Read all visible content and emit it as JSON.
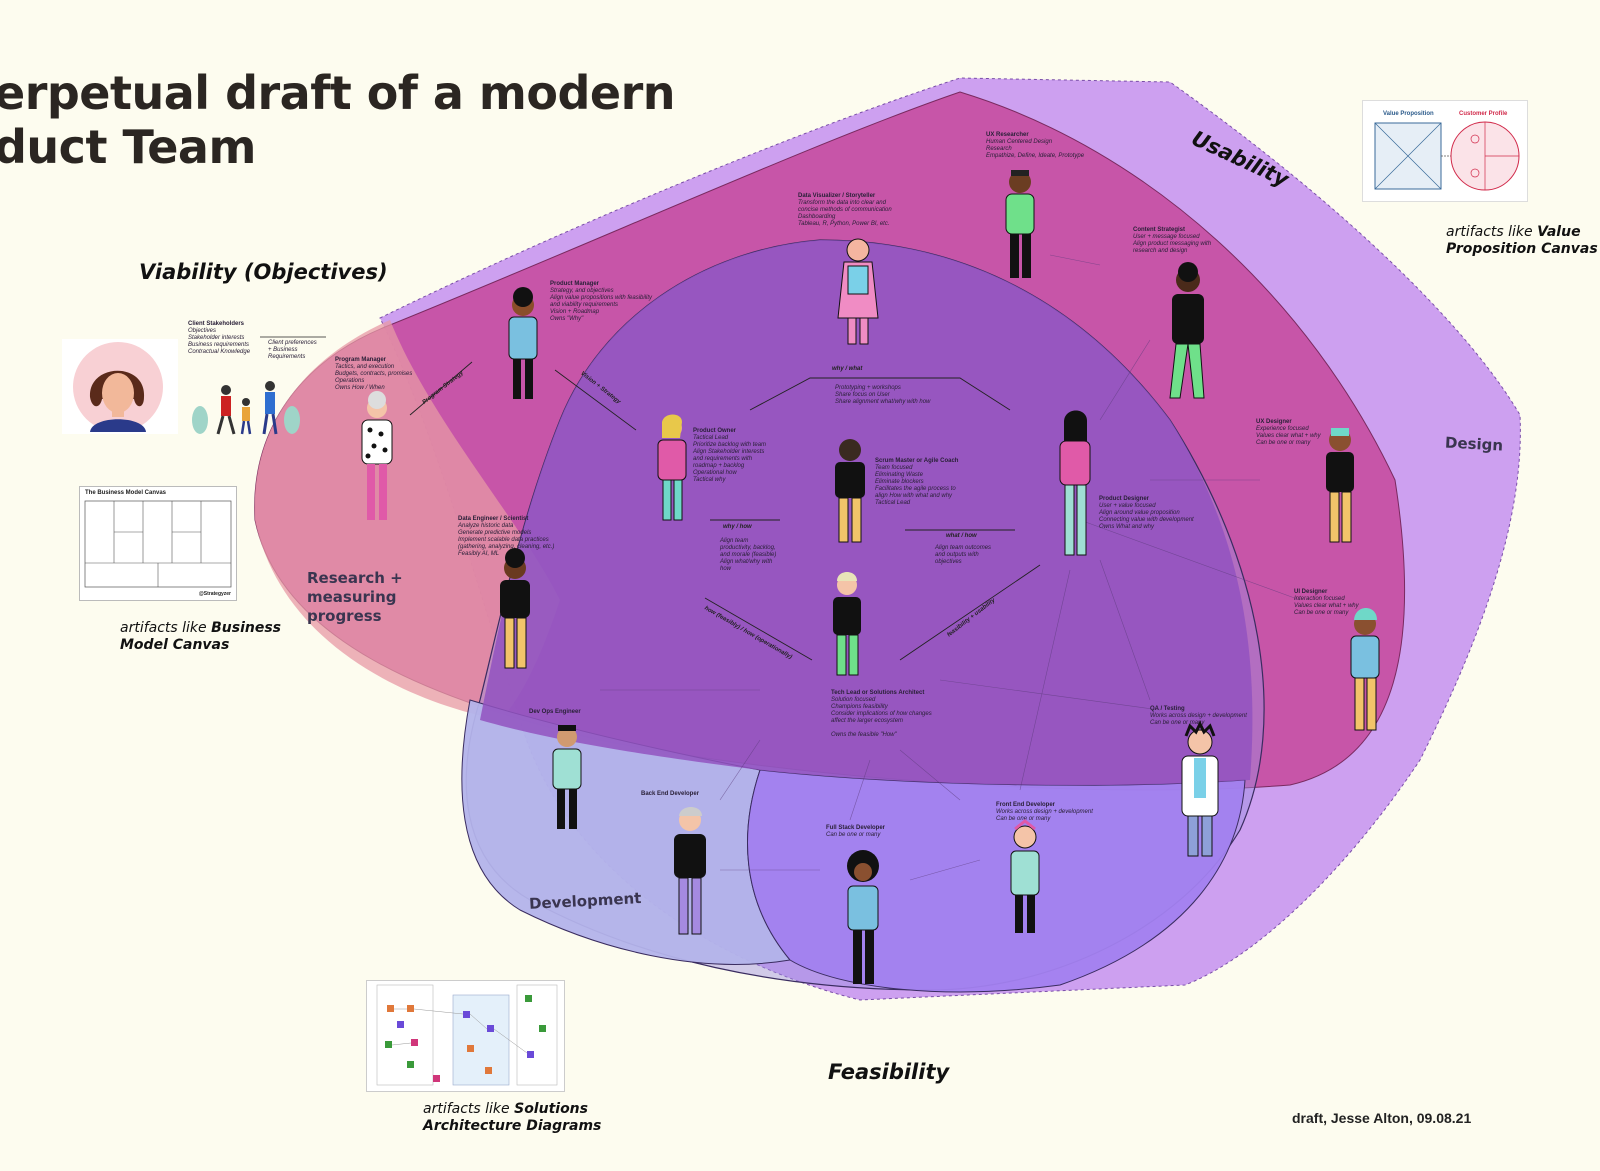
{
  "title_line1": "erpetual draft of a modern",
  "title_line2": "duct Team",
  "corners": {
    "viability": "Viability (Objectives)",
    "usability": "Usability",
    "feasibility": "Feasibility"
  },
  "regions": {
    "research": "Research +\nmeasuring\nprogress",
    "development": "Development",
    "design": "Design"
  },
  "artifacts": {
    "bmc_prefix": "artifacts like ",
    "bmc_bold": "Business Model Canvas",
    "vpc_prefix": "artifacts like ",
    "vpc_bold": "Value Proposition Canvas",
    "sad_prefix": "artifacts like ",
    "sad_bold": "Solutions Architecture Diagrams"
  },
  "bmc_card_title": "The Business Model Canvas",
  "bmc_card_credit": "@Strategyzer",
  "vpc_card": {
    "left": "Value Proposition",
    "right": "Customer Profile"
  },
  "client": {
    "name": "Client Stakeholders",
    "desc": "Objectives\nStakeholder interests\nBusiness requirements\nContractual Knowledge",
    "note": "Client preferences\n+ Business\nRequirements"
  },
  "roles": [
    {
      "id": "ux-researcher",
      "name": "UX Researcher",
      "desc": "Human Centered Design\nResearch\nEmpathize, Define, Ideate, Prototype"
    },
    {
      "id": "data-visualizer",
      "name": "Data Visualizer / Storyteller",
      "desc": "Transform the data into clear and\nconcise methods of communication\nDashboarding\nTableau, R, Python, Power BI, etc."
    },
    {
      "id": "content-strategist",
      "name": "Content Strategist",
      "desc": "User + message focused\nAlign product messaging with\nresearch and design"
    },
    {
      "id": "product-manager",
      "name": "Product Manager",
      "desc": "Strategy, and objectives\nAlign value propositions with feasibility\nand viability requirements\nVision + Roadmap\nOwns \"Why\""
    },
    {
      "id": "program-manager",
      "name": "Program Manager",
      "desc": "Tactics, and execution\nBudgets, contracts, promises\nOperations\nOwns How / When"
    },
    {
      "id": "product-owner",
      "name": "Product Owner",
      "desc": "Tactical Lead\nPrioritize backlog with team\nAlign Stakeholder interests\nand requirements with\nroadmap + backlog\nOperational how\nTactical why"
    },
    {
      "id": "scrum-master",
      "name": "Scrum Master or Agile Coach",
      "desc": "Team focused\nEliminating Waste\nEliminate blockers\nFacilitates the agile process to\nalign How with what and why\nTactical Lead"
    },
    {
      "id": "product-designer",
      "name": "Product Designer",
      "desc": "User + value focused\nAlign around value proposition\nConnecting value with development\nOwns What and why"
    },
    {
      "id": "ux-designer",
      "name": "UX Designer",
      "desc": "Experience focused\nValues clear what + why\nCan be one or many"
    },
    {
      "id": "ui-designer",
      "name": "UI Designer",
      "desc": "Interaction focused\nValues clear what + why\nCan be one or many"
    },
    {
      "id": "data-engineer",
      "name": "Data Engineer / Scientist",
      "desc": "Analyze historic data\nGenerate predictive models\nImplement scalable data practices\n(gathering, analyzing, cleaning, etc.)\nFeasibly AI, ML"
    },
    {
      "id": "tech-lead",
      "name": "Tech Lead or Solutions Architect",
      "desc": "Solution focused\nChampions feasibility\nConsider implications of how changes\naffect the larger ecosystem\n\nOwns the feasible \"How\""
    },
    {
      "id": "qa-testing",
      "name": "QA / Testing",
      "desc": "Works across design + development\nCan be one or many"
    },
    {
      "id": "devops",
      "name": "Dev Ops Engineer",
      "desc": ""
    },
    {
      "id": "backend",
      "name": "Back End Developer",
      "desc": ""
    },
    {
      "id": "fullstack",
      "name": "Full Stack Developer",
      "desc": "Can be one or many"
    },
    {
      "id": "frontend",
      "name": "Front End Developer",
      "desc": "Works across design + development\nCan be one or many"
    }
  ],
  "connectors": {
    "why_what": "why / what",
    "why_what_desc": "Prototyping + workshops\nShare focus on User\nShare alignment what/why with how",
    "why_how": "why / how",
    "why_how_desc": "Align team\nproductivity, backlog,\nand morale (feasible)\nAlign what/why with\nhow",
    "what_how": "what / how",
    "what_how_desc": "Align team outcomes\nand outputs with\nobjectives",
    "program_strategy": "Program Strategy",
    "vision_strategy": "Vision + Strategy",
    "how_feasibly": "how (feasibly) / how (operationally)",
    "feasibility_usability": "feasibility + usability"
  },
  "footer": "draft, Jesse Alton, 09.08.21",
  "colors": {
    "background": "#fdfcef",
    "viability": "#c0509f",
    "usability": "#c48ff0",
    "feasibility": "#a9a5e6",
    "center": "#8f5ec9"
  }
}
